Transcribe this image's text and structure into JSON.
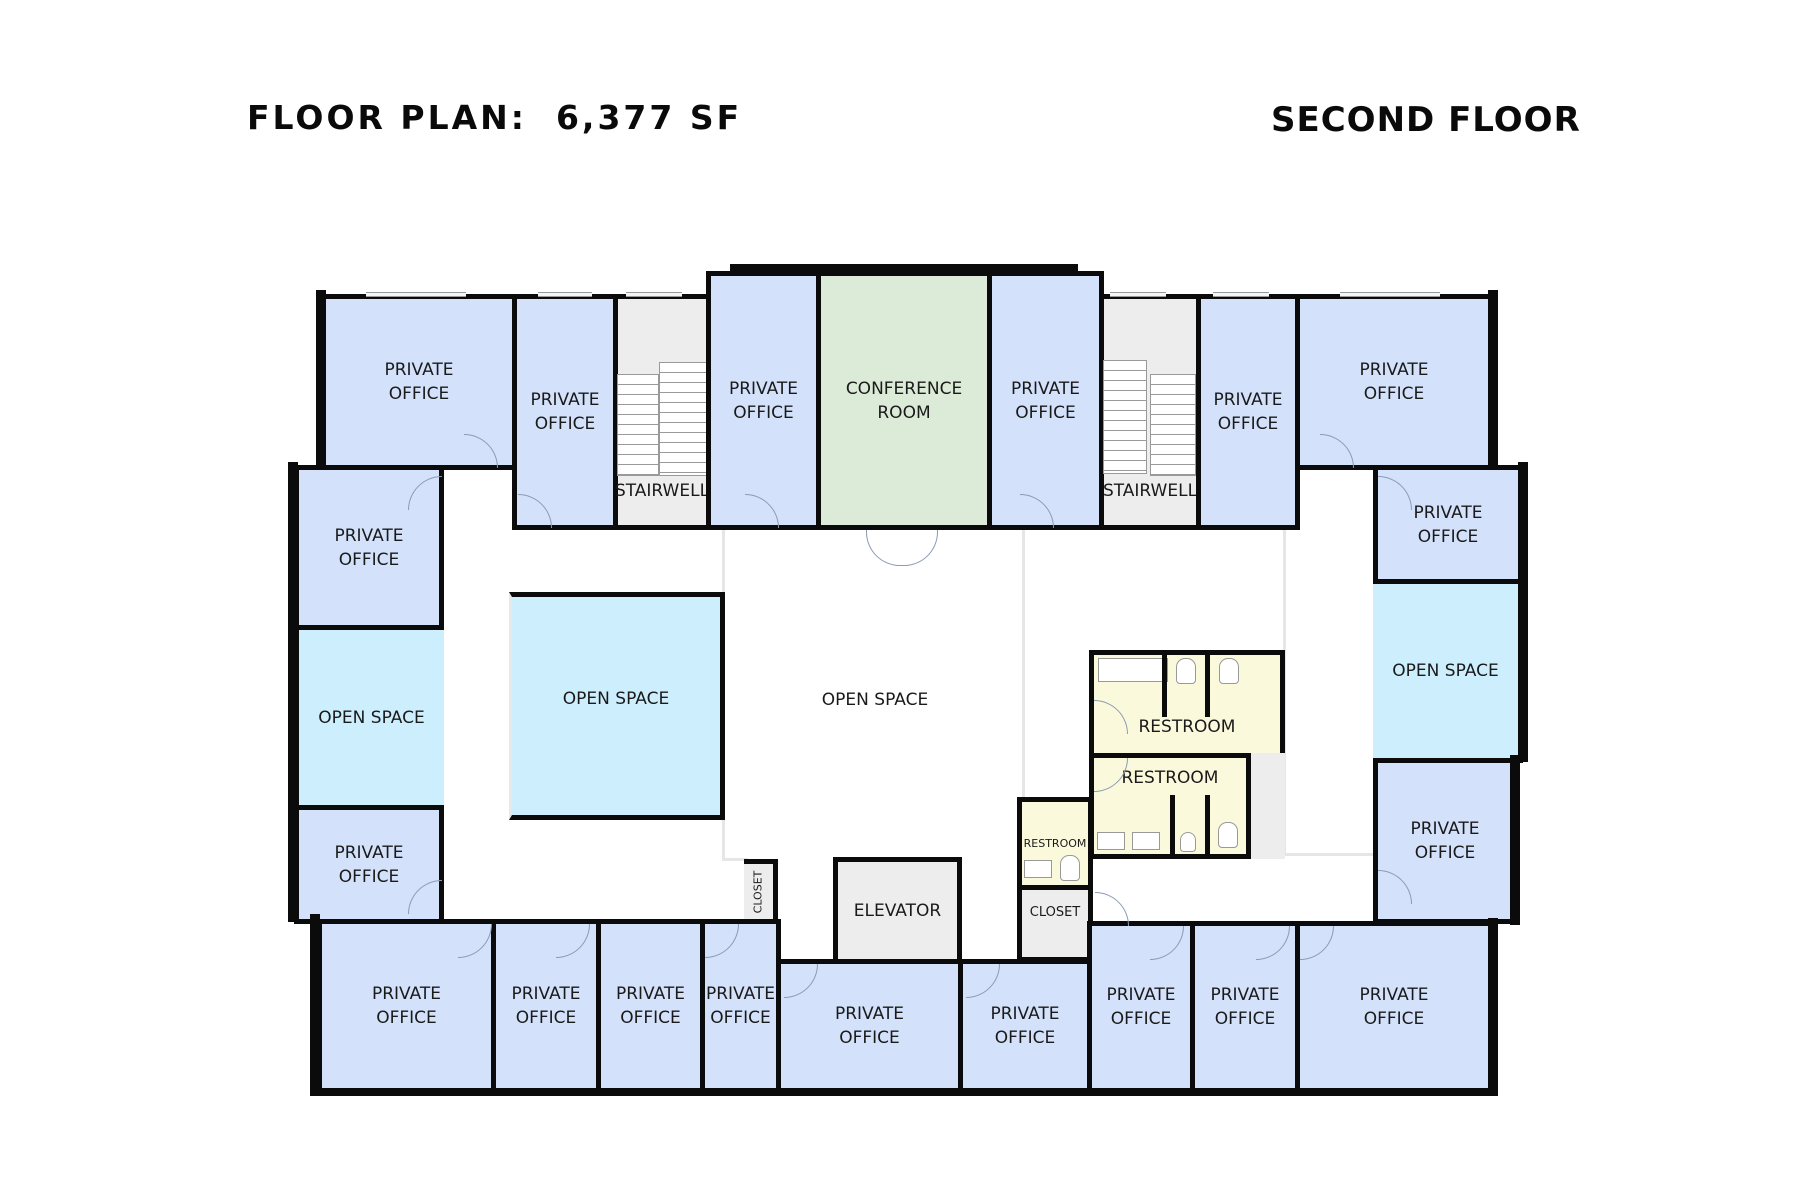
{
  "header": {
    "title": "FLOOR PLAN:  6,377 SF",
    "floor": "SECOND FLOOR",
    "area_sf": "6,377"
  },
  "colors": {
    "private_office": "#d3e1fb",
    "open_space": "#cdeffd",
    "conference_room": "#dcebd7",
    "utility": "#ededed",
    "restroom": "#fbf9dc",
    "wall": "#0b0b0b"
  },
  "rooms": {
    "top": [
      {
        "label": "PRIVATE\nOFFICE"
      },
      {
        "label": "PRIVATE\nOFFICE"
      },
      {
        "label": "STAIRWELL"
      },
      {
        "label": "PRIVATE\nOFFICE"
      },
      {
        "label": "CONFERENCE\nROOM"
      },
      {
        "label": "PRIVATE\nOFFICE"
      },
      {
        "label": "STAIRWELL"
      },
      {
        "label": "PRIVATE\nOFFICE"
      },
      {
        "label": "PRIVATE\nOFFICE"
      }
    ],
    "left": [
      {
        "label": "PRIVATE\nOFFICE"
      },
      {
        "label": "OPEN SPACE"
      },
      {
        "label": "PRIVATE\nOFFICE"
      }
    ],
    "right": [
      {
        "label": "PRIVATE\nOFFICE"
      },
      {
        "label": "OPEN SPACE"
      },
      {
        "label": "PRIVATE\nOFFICE"
      }
    ],
    "center": [
      {
        "label": "OPEN SPACE"
      },
      {
        "label": "OPEN SPACE"
      },
      {
        "label": "RESTROOM"
      },
      {
        "label": "RESTROOM"
      },
      {
        "label": "RESTROOM"
      },
      {
        "label": "CLOSET"
      },
      {
        "label": "ELEVATOR"
      },
      {
        "label": "CLOSET"
      }
    ],
    "bottom": [
      {
        "label": "PRIVATE\nOFFICE"
      },
      {
        "label": "PRIVATE\nOFFICE"
      },
      {
        "label": "PRIVATE\nOFFICE"
      },
      {
        "label": "PRIVATE\nOFFICE"
      },
      {
        "label": "PRIVATE\nOFFICE"
      },
      {
        "label": "PRIVATE\nOFFICE"
      },
      {
        "label": "PRIVATE\nOFFICE"
      },
      {
        "label": "PRIVATE\nOFFICE"
      },
      {
        "label": "PRIVATE\nOFFICE"
      }
    ]
  }
}
